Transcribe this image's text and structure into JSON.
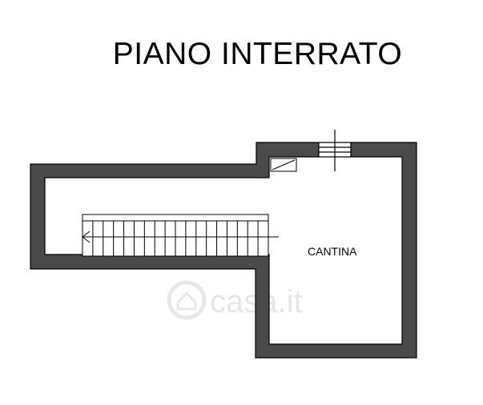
{
  "plan": {
    "title": "PIANO INTERRATO",
    "rooms": [
      {
        "label": "CANTINA"
      }
    ],
    "watermark": "casa.it",
    "stairs": {
      "steps": 18,
      "direction": "left"
    },
    "colors": {
      "wall": "#4a4a4a",
      "line": "#000000",
      "background": "#ffffff"
    }
  }
}
